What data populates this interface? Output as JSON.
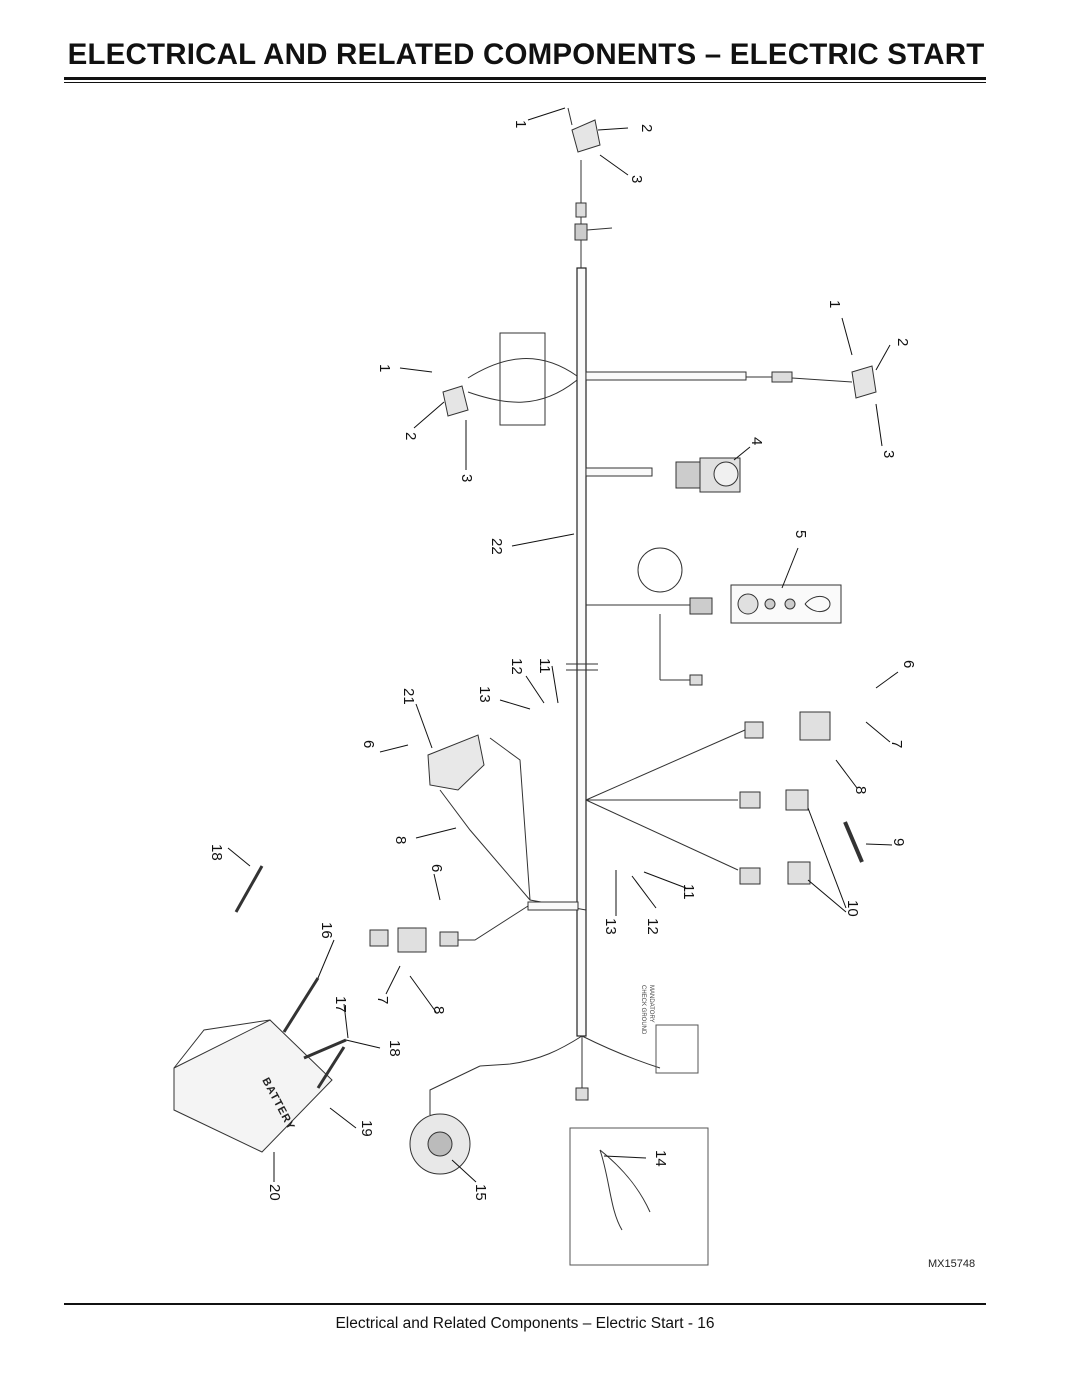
{
  "page": {
    "title": "ELECTRICAL AND RELATED COMPONENTS – ELECTRIC START",
    "footer": "Electrical and Related Components – Electric Start - 16",
    "figure_id": "MX15748"
  },
  "diagram": {
    "battery_label": "BATTERY",
    "connector_legend": [
      "MANDATORY",
      "CHECK GROUND"
    ],
    "callouts": [
      "1",
      "2",
      "3",
      "1",
      "2",
      "3",
      "1",
      "2",
      "3",
      "4",
      "5",
      "22",
      "11",
      "12",
      "13",
      "21",
      "6",
      "7",
      "8",
      "6",
      "8",
      "9",
      "10",
      "11",
      "12",
      "13",
      "18",
      "16",
      "6",
      "17",
      "7",
      "8",
      "18",
      "19",
      "20",
      "15",
      "14"
    ]
  }
}
